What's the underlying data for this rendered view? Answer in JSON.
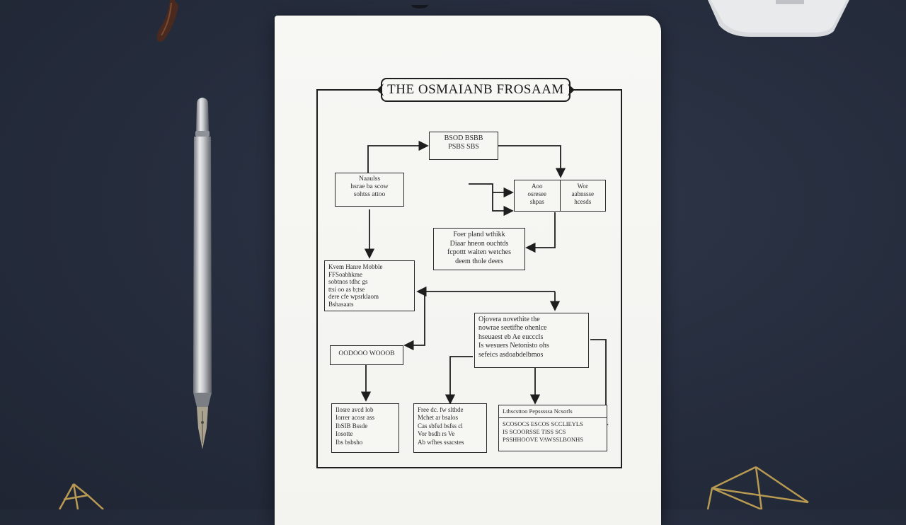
{
  "title": "THE OSMAIANB FROSAAM",
  "nodes": {
    "n1": [
      "BSOD BSBB",
      "PSBS SBS"
    ],
    "n2": [
      "Naaulss",
      "hsrae ba scow",
      "sohtss attoo"
    ],
    "n3": [
      "Foer pland wthikk",
      "Diaar hneon ouchtds",
      "fcpottt waiten wetches",
      "deem thole deers"
    ],
    "n4": [
      "Kvem Hanre Mobble",
      "FFSoabhkme",
      "sobtnos tdhc gs",
      "ttsi oo as b;tse",
      "dere cfe wpsrklaom",
      "Bshasaats"
    ],
    "n5": [
      "OODOOO  WOOOB"
    ],
    "n6": [
      "Ilosre avcd lob",
      "Iorrer acosr ass",
      "IbSIB Bssde",
      "Iosotte",
      "Ibs bsbsho"
    ],
    "n7": [
      "Free dc. fw slthde",
      "Mchet ar bsalos",
      "Cas sbfsd bsfss cl",
      "Vor bsdh rs Ve",
      "Ab wfhes ssacstes"
    ],
    "n8": [
      "Ojovera novethite the",
      "nowrae seetifhe ohenlce",
      "hseuaest eb Ae eucccls",
      "Is wesuers Netonisto ohs",
      "sefeics asdoabdelbmos"
    ],
    "n9": [
      "Lthscsttoo Pepsssssa Ncsorls"
    ],
    "n10": [
      "SCOSOCS ESCOS SCCLIEYLS",
      "IS SCOORSSE TISS SCS",
      "PSSHHOOVE VAWSSLBONHS"
    ]
  },
  "node_split": {
    "n3_left": [
      "Aoo",
      "osresee",
      "shpas"
    ],
    "n3_right": [
      "Wor",
      "aabnssse",
      "hcesds"
    ]
  },
  "colors": {
    "ink": "#1e1e1e",
    "paper": "#f5f5f2",
    "desk": "#252c3c",
    "gold": "#b89a52"
  }
}
